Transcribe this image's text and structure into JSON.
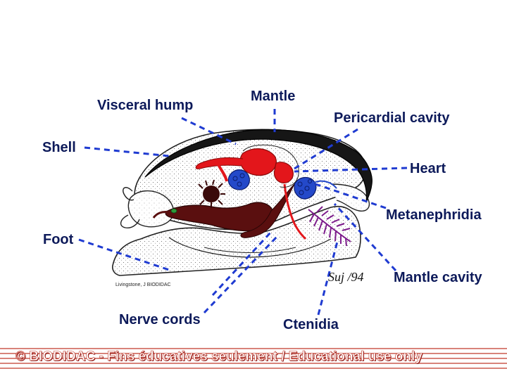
{
  "labels": {
    "visceral_hump": "Visceral hump",
    "mantle": "Mantle",
    "pericardial_cavity": "Pericardial cavity",
    "shell": "Shell",
    "heart": "Heart",
    "metanephridia": "Metanephridia",
    "foot": "Foot",
    "mantle_cavity": "Mantle cavity",
    "nerve_cords": "Nerve cords",
    "ctenidia": "Ctenidia"
  },
  "credit": "Livingstone, J BIODIDAC",
  "signature": "Suj /94",
  "footer": "© BIODIDAC - Fins éducatives seulement / Educational use only",
  "colors": {
    "label_text": "#0d1a5a",
    "leader_lines": "#1f3bd1",
    "heart_red": "#e3161b",
    "gut_brown": "#5a0f0f",
    "metanephridia_blue": "#2449c9",
    "ctenidia_purple": "#7d1c8c",
    "footer_stripe": "#c0392b"
  }
}
